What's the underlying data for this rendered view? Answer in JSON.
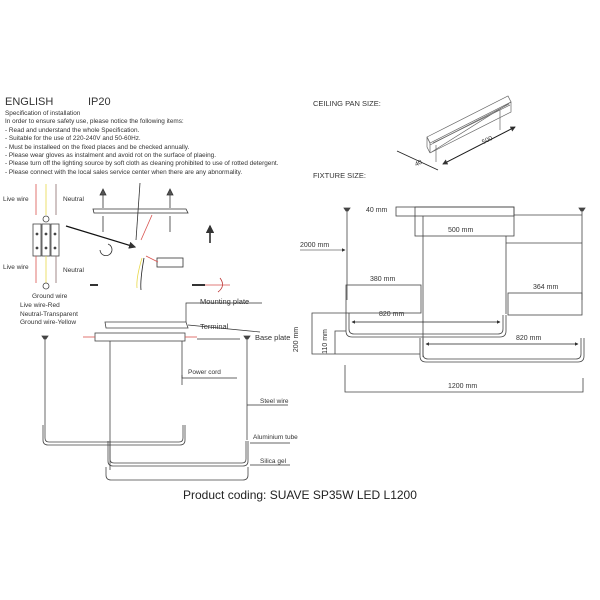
{
  "header": {
    "language": "ENGLISH",
    "ip_rating": "IP20"
  },
  "specification": {
    "title": "Specification of installation",
    "intro": "In order to ensure safety use, please notice the following items:",
    "items": [
      "- Read and understand the whole Specification.",
      "- Suitable for the use of 220-240V and 50-60Hz.",
      "- Must be installeed on the fixed places and be checked annually.",
      "- Please wear gloves as instalment and avoid rot on the surface of plaeing.",
      "- Please turn off the lighting source by soft cloth as cleaning prohibited to use of rotted detergent.",
      "- Please connect with the local sales service center when there are any abnormality."
    ]
  },
  "wiring": {
    "live_top": "Live wire",
    "neutral_top": "Neutral",
    "live_bottom": "Live wire",
    "neutral_bottom": "Neutral",
    "ground": "Ground wire",
    "legend": [
      "Live wire-Red",
      "Neutral-Transparent",
      "Ground wire-Yellow"
    ],
    "colors": {
      "live": "#d9534f",
      "neutral": "#8a6d6d",
      "ground": "#e8d84a"
    }
  },
  "parts": {
    "mounting_plate": "Mounting plate",
    "terminal": "Terminal",
    "base_plate": "Base plate",
    "power_cord": "Power cord",
    "steel_wire": "Steel wire",
    "aluminium_tube": "Aluminium tube",
    "silica_gel": "Silica gel"
  },
  "ceiling_pan": {
    "title": "CEILING PAN  SIZE:",
    "length": "500",
    "width": "40"
  },
  "fixture": {
    "title": "FIXTURE SIZE:",
    "dims": {
      "pan_height": "40 mm",
      "pan_length": "500 mm",
      "drop": "2000 mm",
      "left_offset": "380 mm",
      "right_offset": "364 mm",
      "loop_left": "820 mm",
      "loop_right": "820 mm",
      "total_height": "200 mm",
      "tube_height": "110 mm",
      "total_length": "1200 mm"
    }
  },
  "product_coding": "Product coding: SUAVE SP35W LED L1200"
}
